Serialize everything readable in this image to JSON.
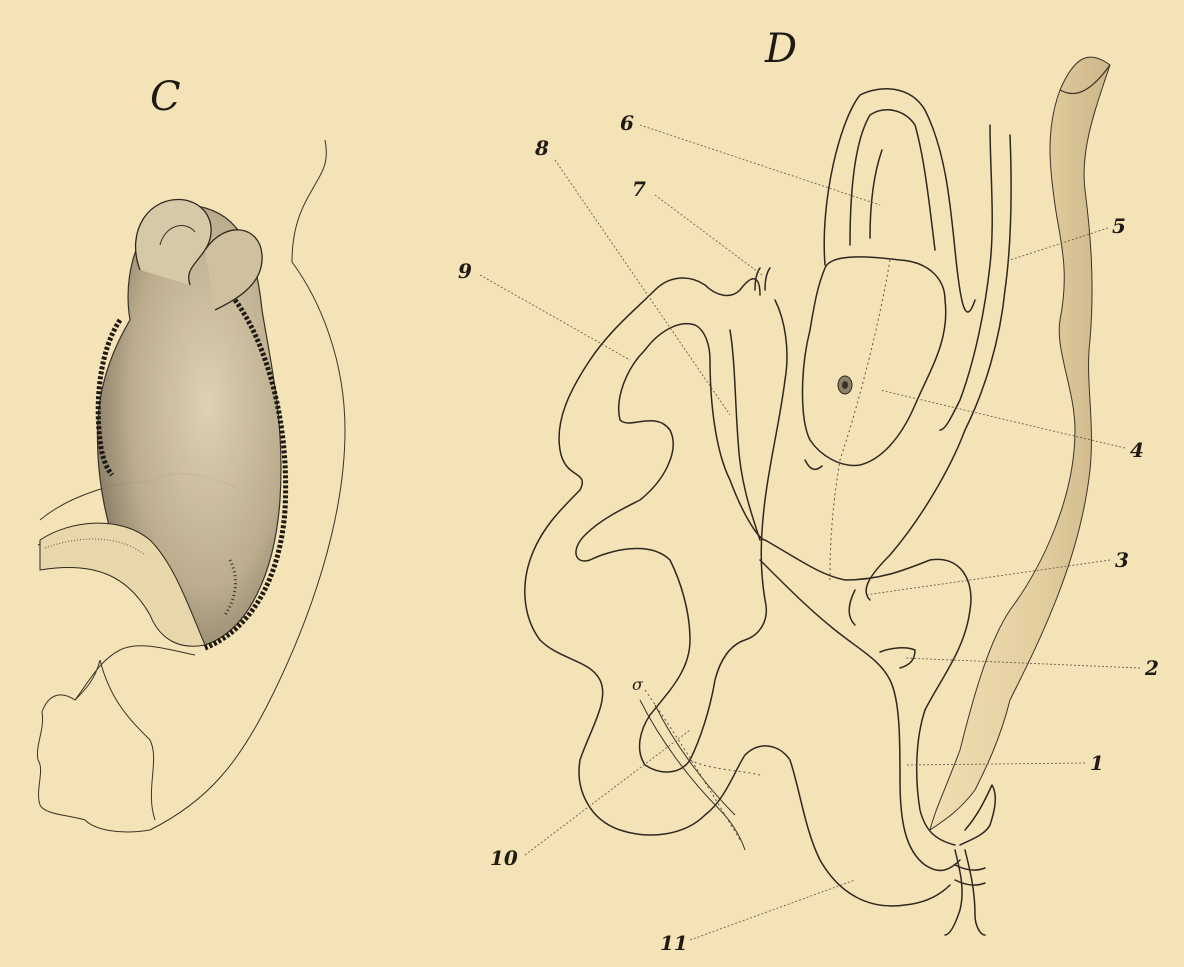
{
  "figures": [
    {
      "id": "C",
      "label": "C"
    },
    {
      "id": "D",
      "label": "D"
    }
  ],
  "labels": {
    "l1": "1",
    "l2": "2",
    "l3": "3",
    "l4": "4",
    "l5": "5",
    "l6": "6",
    "l7": "7",
    "l8": "8",
    "l9": "9",
    "l10": "10",
    "l11": "11",
    "sigma": "σ"
  },
  "colors": {
    "paper": "#f4e3b6",
    "ink": "#2e2820",
    "shade": "#c7b590"
  }
}
